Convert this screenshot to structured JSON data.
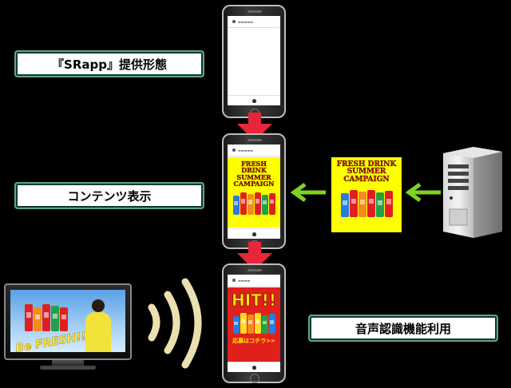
{
  "labels": {
    "form": "『SRapp』提供形態",
    "content": "コンテンツ表示",
    "audio": "音声認識機能利用"
  },
  "campaign": {
    "line1": "FRESH DRINK",
    "line2": "SUMMER",
    "line3": "CAMPAIGN"
  },
  "hit_screen": {
    "hit_text": "HIT!!",
    "cta_text": "応募はコチラ>>"
  },
  "tv": {
    "overlay_text": "Be FRESH!!"
  },
  "colors": {
    "background": "#000000",
    "label_border": "#5fa48a",
    "arrow_red": "#e8263a",
    "arrow_green": "#7ed321",
    "poster_yellow": "#ffff00",
    "hit_red": "#e0201b"
  }
}
